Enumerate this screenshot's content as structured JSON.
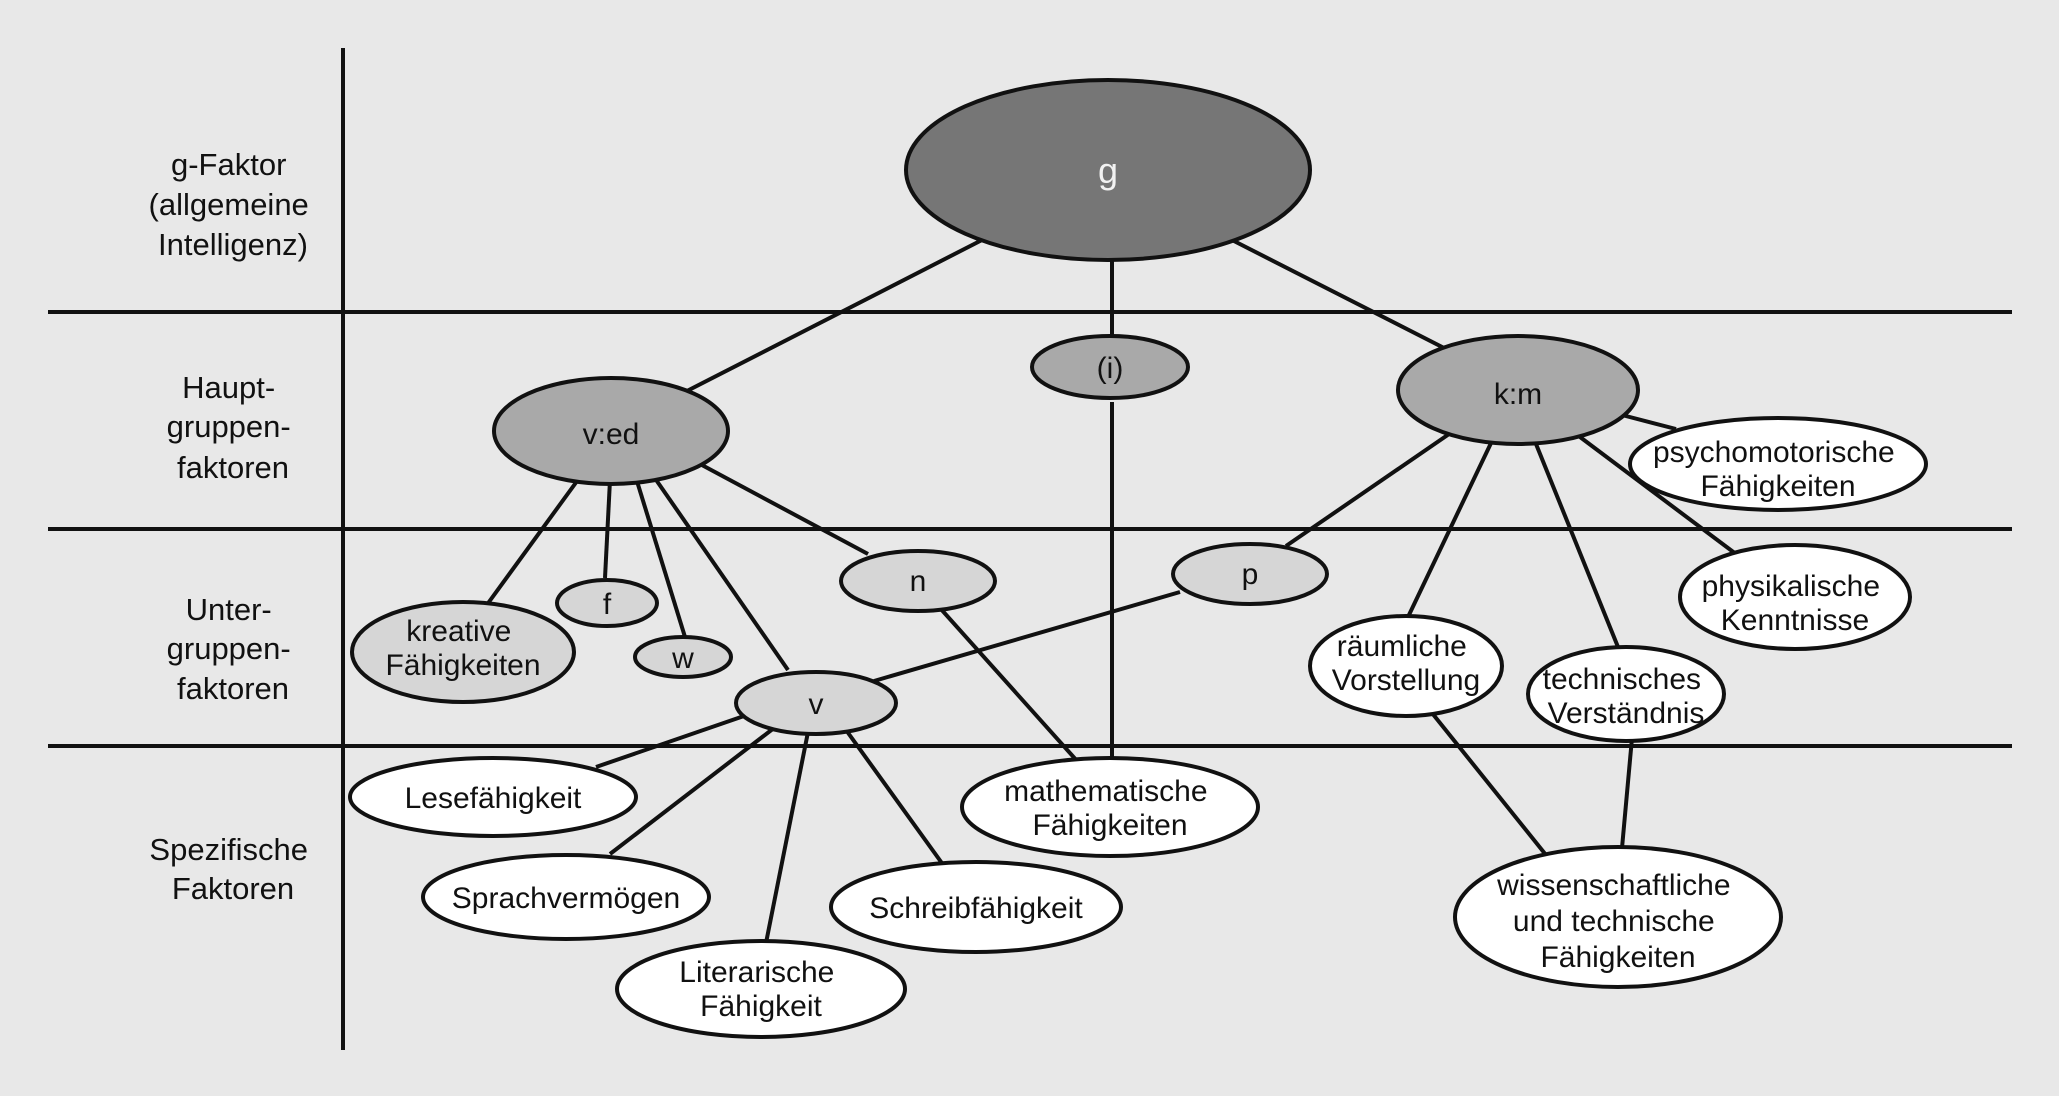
{
  "levels": {
    "g_faktor": [
      "g-Faktor",
      "(allgemeine",
      "Intelligenz)"
    ],
    "haupt": [
      "Haupt-",
      "gruppen-",
      "faktoren"
    ],
    "unter": [
      "Unter-",
      "gruppen-",
      "faktoren"
    ],
    "spezifisch": [
      "Spezifische",
      "Faktoren"
    ]
  },
  "nodes": {
    "g": [
      "g"
    ],
    "i": [
      "(i)"
    ],
    "ved": [
      "v:ed"
    ],
    "km": [
      "k:m"
    ],
    "psychomotorisch": [
      "psychomotorische",
      "Fähigkeiten"
    ],
    "n": [
      "n"
    ],
    "p": [
      "p"
    ],
    "f": [
      "f"
    ],
    "w": [
      "w"
    ],
    "kreativ": [
      "kreative",
      "Fähigkeiten"
    ],
    "v": [
      "v"
    ],
    "physikalisch": [
      "physikalische",
      "Kenntnisse"
    ],
    "raeumlich": [
      "räumliche",
      "Vorstellung"
    ],
    "technisch": [
      "technisches",
      "Verständnis"
    ],
    "lese": [
      "Lesefähigkeit"
    ],
    "sprach": [
      "Sprachvermögen"
    ],
    "literarisch": [
      "Literarische",
      "Fähigkeit"
    ],
    "schreib": [
      "Schreibfähigkeit"
    ],
    "mathe": [
      "mathematische",
      "Fähigkeiten"
    ],
    "wissenschaftlich": [
      "wissenschaftliche",
      "und technische",
      "Fähigkeiten"
    ]
  },
  "colors": {
    "background": "#e8e8e8",
    "g_fill": "#767676",
    "haupt_fill": "#a9a9a9",
    "unter_fill": "#d6d6d6",
    "white_fill": "#ffffff",
    "stroke": "#111111"
  }
}
